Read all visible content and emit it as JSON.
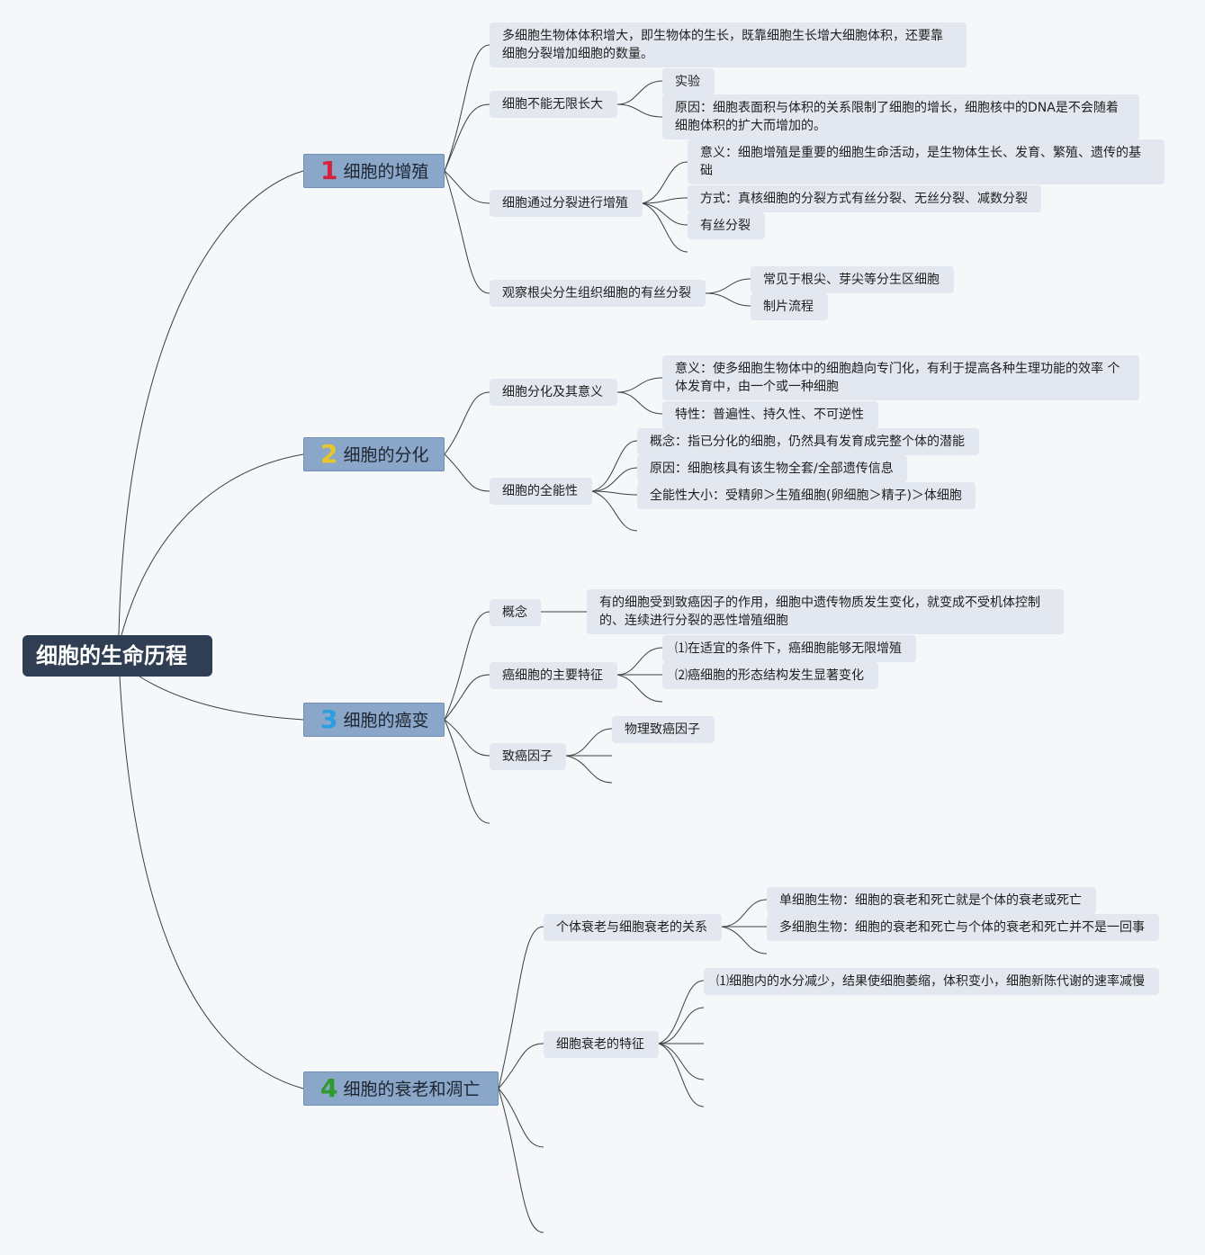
{
  "root": {
    "label": "细胞的生命历程"
  },
  "branches": [
    {
      "num": "1",
      "num_color": "#d4213d",
      "label": "细胞的增殖",
      "children": [
        {
          "text": "多细胞生物体体积增大，即生物体的生长，既靠细胞生长增大细胞体积，还要靠细胞分裂增加细胞的数量。"
        },
        {
          "text": "细胞不能无限长大",
          "children": [
            {
              "text": "实验"
            },
            {
              "text": "原因：细胞表面积与体积的关系限制了细胞的增长，细胞核中的DNA是不会随着细胞体积的扩大而增加的。"
            }
          ]
        },
        {
          "text": "细胞通过分裂进行增殖",
          "children": [
            {
              "text": "意义：细胞增殖是重要的细胞生命活动，是生物体生长、发育、繁殖、遗传的基础"
            },
            {
              "text": "方式：真核细胞的分裂方式有丝分裂、无丝分裂、减数分裂"
            },
            {
              "text": "有丝分裂"
            }
          ]
        },
        {
          "text": "观察根尖分生组织细胞的有丝分裂",
          "children": [
            {
              "text": "常见于根尖、芽尖等分生区细胞"
            },
            {
              "text": "制片流程"
            }
          ]
        }
      ]
    },
    {
      "num": "2",
      "num_color": "#e8c52a",
      "label": "细胞的分化",
      "children": [
        {
          "text": "细胞分化及其意义",
          "children": [
            {
              "text": "意义：使多细胞生物体中的细胞趋向专门化，有利于提高各种生理功能的效率 个体发育中，由一个或一种细胞"
            },
            {
              "text": "特性：普遍性、持久性、不可逆性"
            }
          ]
        },
        {
          "text": "细胞的全能性",
          "children": [
            {
              "text": "概念：指已分化的细胞，仍然具有发育成完整个体的潜能"
            },
            {
              "text": "原因：细胞核具有该生物全套/全部遗传信息"
            },
            {
              "text": "全能性大小：受精卵＞生殖细胞(卵细胞＞精子)＞体细胞"
            }
          ]
        }
      ]
    },
    {
      "num": "3",
      "num_color": "#2a9ee0",
      "label": "细胞的癌变",
      "children": [
        {
          "text": "概念",
          "children": [
            {
              "text": "有的细胞受到致癌因子的作用，细胞中遗传物质发生变化，就变成不受机体控制的、连续进行分裂的恶性增殖细胞"
            }
          ]
        },
        {
          "text": "癌细胞的主要特征",
          "children": [
            {
              "text": "⑴在适宜的条件下，癌细胞能够无限增殖"
            },
            {
              "text": "⑵癌细胞的形态结构发生显著变化"
            }
          ]
        },
        {
          "text": "致癌因子",
          "children": [
            {
              "text": "物理致癌因子"
            }
          ]
        }
      ]
    },
    {
      "num": "4",
      "num_color": "#2f9a2f",
      "label": "细胞的衰老和凋亡",
      "children": [
        {
          "text": "个体衰老与细胞衰老的关系",
          "children": [
            {
              "text": "单细胞生物：细胞的衰老和死亡就是个体的衰老或死亡"
            },
            {
              "text": "多细胞生物：细胞的衰老和死亡与个体的衰老和死亡并不是一回事"
            }
          ]
        },
        {
          "text": "细胞衰老的特征",
          "children": [
            {
              "text": "⑴细胞内的水分减少，结果使细胞萎缩，体积变小，细胞新陈代谢的速率减慢"
            }
          ]
        }
      ]
    }
  ]
}
